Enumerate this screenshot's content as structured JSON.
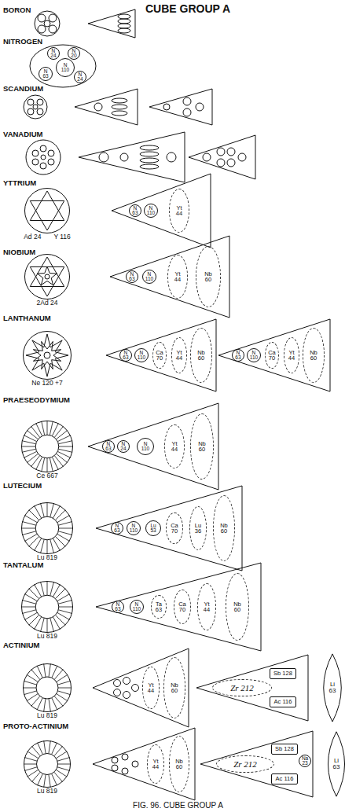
{
  "diagram": {
    "title": "CUBE GROUP A",
    "caption": "FIG. 96. CUBE GROUP A",
    "nodes": [
      {
        "text": [
          "N 24"
        ]
      },
      {
        "text": [
          "N 20"
        ]
      },
      {
        "text": [
          "N 110"
        ]
      },
      {
        "text": [
          "N 63"
        ]
      },
      {
        "text": [
          "N 24"
        ]
      },
      {
        "text": [
          "Ad 24",
          "Y 116"
        ]
      },
      {
        "text": [
          "N 63"
        ]
      },
      {
        "text": [
          "N 110"
        ]
      },
      {
        "text": [
          "Yt 44"
        ]
      },
      {
        "text": [
          "2Ad 24"
        ]
      },
      {
        "text": [
          "N 63"
        ]
      },
      {
        "text": [
          "N 110"
        ]
      },
      {
        "text": [
          "Yt 44"
        ]
      },
      {
        "text": [
          "Nb 60"
        ]
      },
      {
        "text": [
          "Ne 120 +7"
        ]
      },
      {
        "text": [
          "N 63"
        ]
      },
      {
        "text": [
          "N 110"
        ]
      },
      {
        "text": [
          "Ca 70"
        ]
      },
      {
        "text": [
          "Yt 44"
        ]
      },
      {
        "text": [
          "Nb 60"
        ]
      },
      {
        "text": [
          "N 63"
        ]
      },
      {
        "text": [
          "N 110"
        ]
      },
      {
        "text": [
          "Ca 70"
        ]
      },
      {
        "text": [
          "Yt 44"
        ]
      },
      {
        "text": [
          "Nb 60"
        ]
      },
      {
        "text": [
          "Ce 667"
        ]
      },
      {
        "text": [
          "N 63"
        ]
      },
      {
        "text": [
          "N 24"
        ]
      },
      {
        "text": [
          "N 110"
        ]
      },
      {
        "text": [
          "Yt 44"
        ]
      },
      {
        "text": [
          "Nb 60"
        ]
      },
      {
        "text": [
          "Lu 819"
        ]
      },
      {
        "text": [
          "N 63"
        ]
      },
      {
        "text": [
          "N 110"
        ]
      },
      {
        "text": [
          "Lu 53"
        ]
      },
      {
        "text": [
          "Ca 70"
        ]
      },
      {
        "text": [
          "Lu 36"
        ]
      },
      {
        "text": [
          "Nb 60"
        ]
      },
      {
        "text": [
          "Lu 819"
        ]
      },
      {
        "text": [
          "N 63"
        ]
      },
      {
        "text": [
          "N 110"
        ]
      },
      {
        "text": [
          "Ta 63"
        ]
      },
      {
        "text": [
          "Ca 70"
        ]
      },
      {
        "text": [
          "Yt 44"
        ]
      },
      {
        "text": [
          "Nb 60"
        ]
      },
      {
        "text": [
          "Lu 819"
        ]
      },
      {
        "text": [
          "Yt 44"
        ]
      },
      {
        "text": [
          "Nb 60"
        ]
      },
      {
        "text": [
          "Sb 128"
        ]
      },
      {
        "text": [
          "Zr 212"
        ]
      },
      {
        "text": [
          "Ac 116"
        ]
      },
      {
        "text": [
          "Li 63"
        ]
      },
      {
        "text": [
          "Lu 819"
        ]
      },
      {
        "text": [
          "Yt 44"
        ]
      },
      {
        "text": [
          "Nb 60"
        ]
      },
      {
        "text": [
          "Sb 128"
        ]
      },
      {
        "text": [
          "Na 23"
        ]
      },
      {
        "text": [
          "Zr 212"
        ]
      },
      {
        "text": [
          "Ac 116"
        ]
      },
      {
        "text": [
          "Li 63"
        ]
      }
    ],
    "labels": [
      "BORON",
      "NITROGEN",
      "SCANDIUM",
      "VANADIUM",
      "YTTRIUM",
      "NIOBIUM",
      "LANTHANUM",
      "PRAESEODYMIUM",
      "LUTECIUM",
      "TANTALUM",
      "ACTINIUM",
      "PROTO-ACTINIUM"
    ]
  }
}
